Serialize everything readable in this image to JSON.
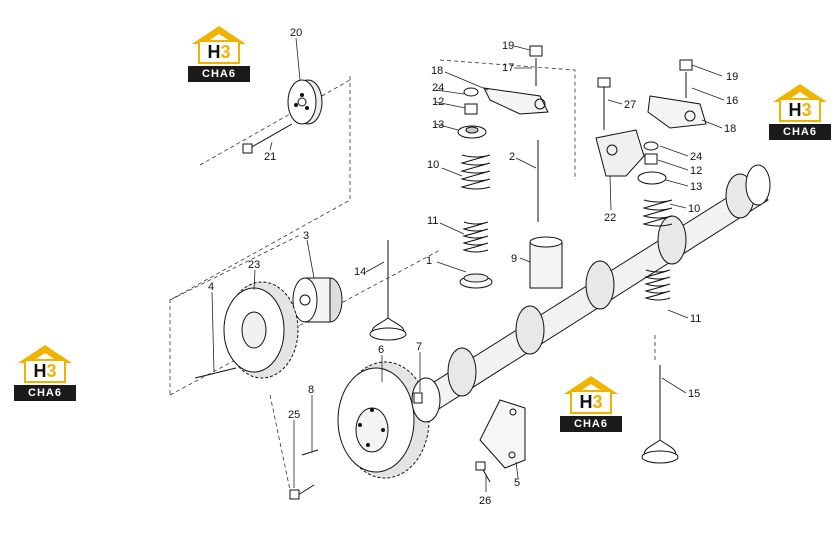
{
  "logo": {
    "mark_h": "H",
    "mark_3": "3",
    "text": "CHA6"
  },
  "callouts": [
    "1",
    "2",
    "3",
    "4",
    "5",
    "6",
    "7",
    "8",
    "9",
    "10",
    "10",
    "11",
    "11",
    "12",
    "12",
    "13",
    "13",
    "14",
    "15",
    "16",
    "17",
    "18",
    "18",
    "19",
    "19",
    "20",
    "21",
    "22",
    "23",
    "24",
    "24",
    "25",
    "26",
    "27"
  ],
  "colors": {
    "logo_yellow": "#f0b400",
    "logo_dark": "#1a1a1a",
    "line": "#111111"
  }
}
